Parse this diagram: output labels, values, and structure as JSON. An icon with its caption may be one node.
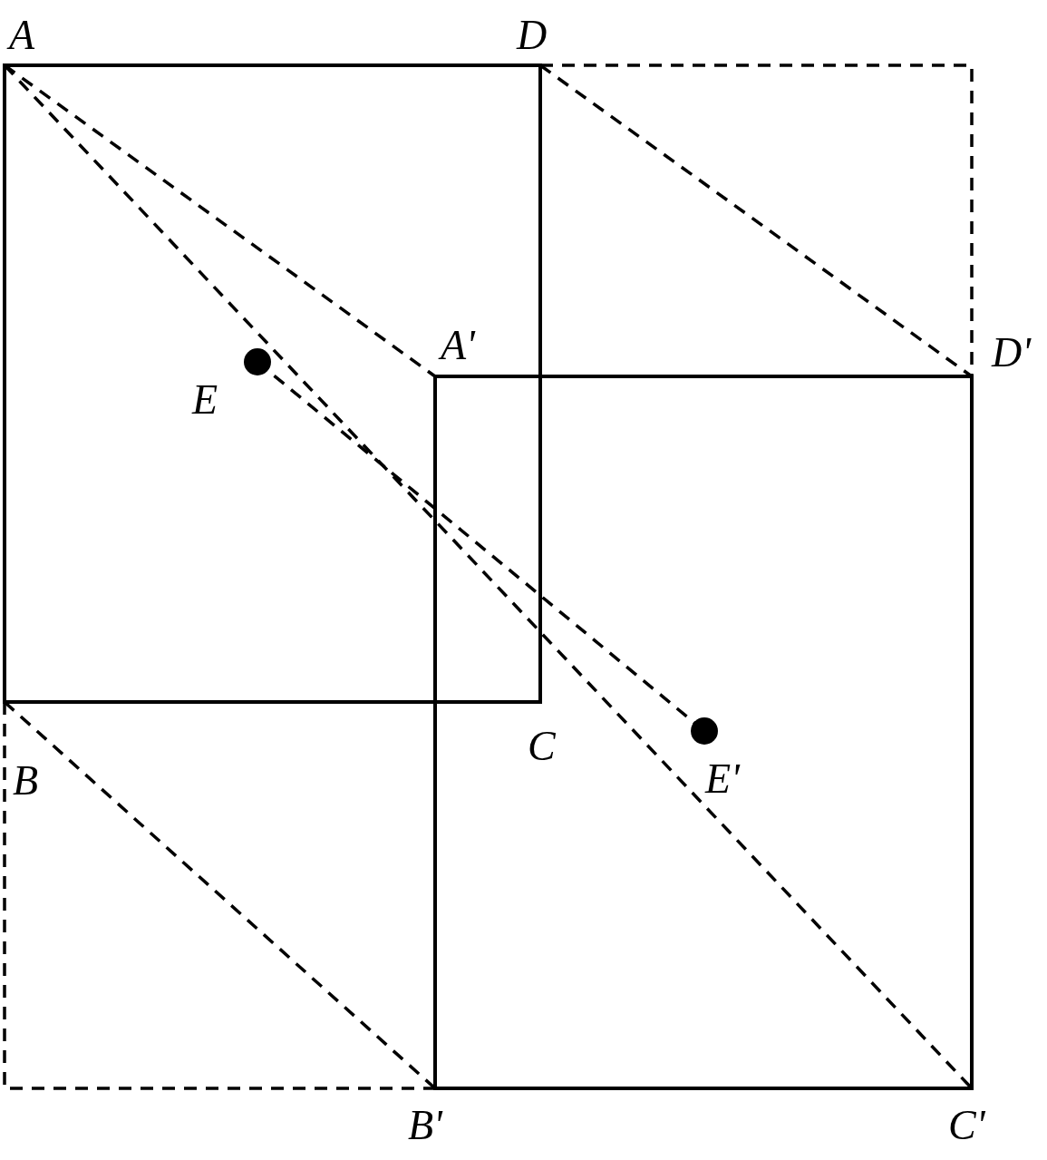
{
  "diagram": {
    "labels": [
      "A",
      "D",
      "A'",
      "D'",
      "E",
      "B",
      "C",
      "E'",
      "B'",
      "C'"
    ]
  }
}
